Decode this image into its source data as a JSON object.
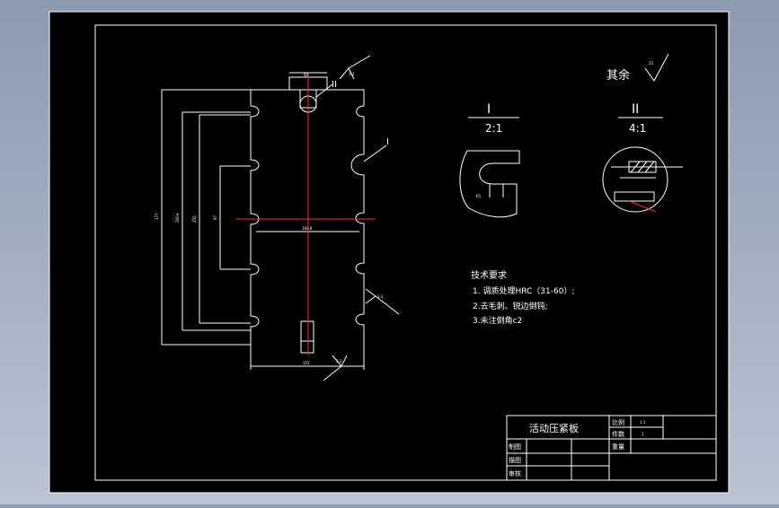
{
  "drawing": {
    "title": "活动压紧板",
    "notes": {
      "heading": "技术要求",
      "items": [
        "1. 调质处理HRC（31-60）;",
        "2.去毛刺、锐边倒钝;",
        "3.未注倒角c2"
      ]
    },
    "detail_views": [
      {
        "label": "I",
        "scale": "2:1"
      },
      {
        "label": "II",
        "scale": "4:1"
      }
    ],
    "roughness_note": "其余",
    "roughness_symbol_value": "25",
    "leader_labels": {
      "i": "I",
      "ii": "II"
    },
    "dimension_marks": [
      "3.2",
      "3.2",
      "3.2"
    ]
  },
  "title_block": {
    "scale_label": "比例",
    "scale_value": "1:1",
    "qty_label": "件数",
    "qty_value": "1",
    "weight_label": "重量",
    "weight_value": "",
    "draw_label": "制图",
    "trace_label": "描图",
    "review_label": "审核"
  },
  "colors": {
    "background": "#8d9bb0",
    "paper": "#000000",
    "lines": "#ffffff",
    "centerline": "#ff2a2a"
  }
}
